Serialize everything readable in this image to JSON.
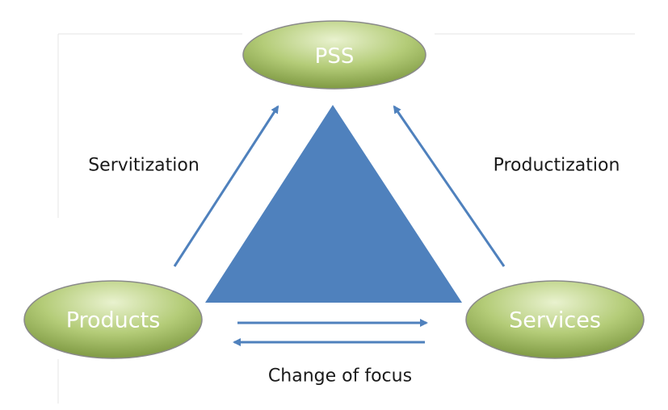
{
  "nodes": {
    "pss": {
      "label": "PSS"
    },
    "products": {
      "label": "Products"
    },
    "services": {
      "label": "Services"
    }
  },
  "edges": {
    "servitization": {
      "label": "Servitization"
    },
    "productization": {
      "label": "Productization"
    },
    "change_of_focus": {
      "label": "Change of focus"
    }
  },
  "colors": {
    "triangle": "#4f81bd",
    "arrow": "#4f81bd",
    "node_light": "#e9f2cf",
    "node_mid": "#b4cc78",
    "node_dark": "#7f9a43",
    "node_border": "#8a8a8a",
    "frame_line": "#e4e4e4"
  }
}
